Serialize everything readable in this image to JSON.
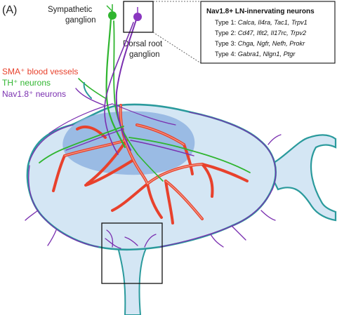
{
  "figure": {
    "panel_label": "(A)",
    "labels": {
      "sympathetic_line1": "Sympathetic",
      "sympathetic_line2": "ganglion",
      "drg_line1": "Dorsal root",
      "drg_line2": "ganglion"
    },
    "legend": [
      {
        "text": "SMA⁺ blood vessels",
        "color": "#e8412c"
      },
      {
        "text": "TH⁺ neurons",
        "color": "#2fb52f"
      },
      {
        "text": "Nav1.8⁺ neurons",
        "color": "#7a2fb0"
      }
    ],
    "info_box": {
      "title": "Nav1.8+ LN-innervating neurons",
      "rows": [
        {
          "type": "Type 1:",
          "genes": "Calca, Il4ra, Tac1, Trpv1"
        },
        {
          "type": "Type 2:",
          "genes": "Cd47, Ifit2, Il17rc, Trpv2"
        },
        {
          "type": "Type 3:",
          "genes": "Chga, Ngfr, Nefh, Prokr"
        },
        {
          "type": "Type 4:",
          "genes": "Gabra1, Nlgn1, Ptgr"
        }
      ]
    },
    "colors": {
      "node_fill": "#d4e6f4",
      "node_outline": "#2a9a9c",
      "germinal_center": "#8fb3e0",
      "vessel": "#e8412c",
      "vessel_inner": "#f29a86",
      "th_neuron": "#2fb52f",
      "nav_neuron": "#7a2fb0"
    },
    "icons": [
      "green-neuron-icon",
      "purple-neuron-icon"
    ]
  }
}
